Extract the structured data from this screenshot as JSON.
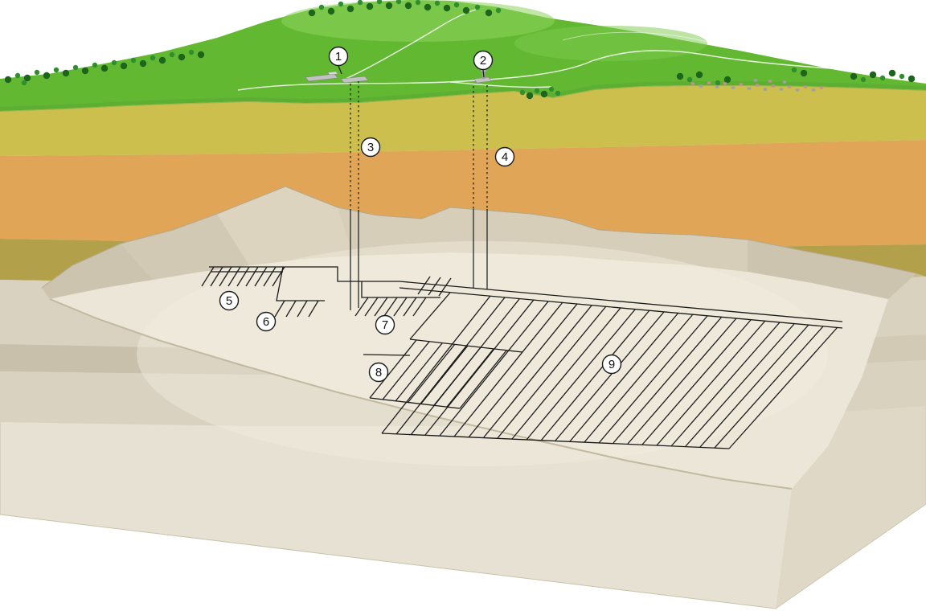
{
  "diagram": {
    "type": "geological-cutaway-block-diagram",
    "labels": [
      {
        "number": "1"
      },
      {
        "number": "2"
      },
      {
        "number": "3"
      },
      {
        "number": "4"
      },
      {
        "number": "5"
      },
      {
        "number": "6"
      },
      {
        "number": "7"
      },
      {
        "number": "8"
      },
      {
        "number": "9"
      }
    ]
  },
  "icons": {
    "tree": "green-dot-cluster",
    "house": "small-block",
    "facility": "gray-building-strip"
  },
  "colors": {
    "grass": "#63b832",
    "grass_light": "#8ed45e",
    "forest": "#1c651b",
    "stratum_top": "#ccbf4e",
    "stratum_sand": "#e0a557",
    "stratum_olive": "#b3a04a",
    "stratum_pale1": "#d9d2c0",
    "stratum_pale2": "#c9c0ab",
    "rock_face": "#e7e1d3",
    "pit_wall": "#d7ceba",
    "pit_wall_dark": "#cdc4af",
    "pit_floor": "#ece6d8",
    "tunnel": "#1a1a1a",
    "label_bg": "#ffffff",
    "label_border": "#1a1a1a"
  }
}
